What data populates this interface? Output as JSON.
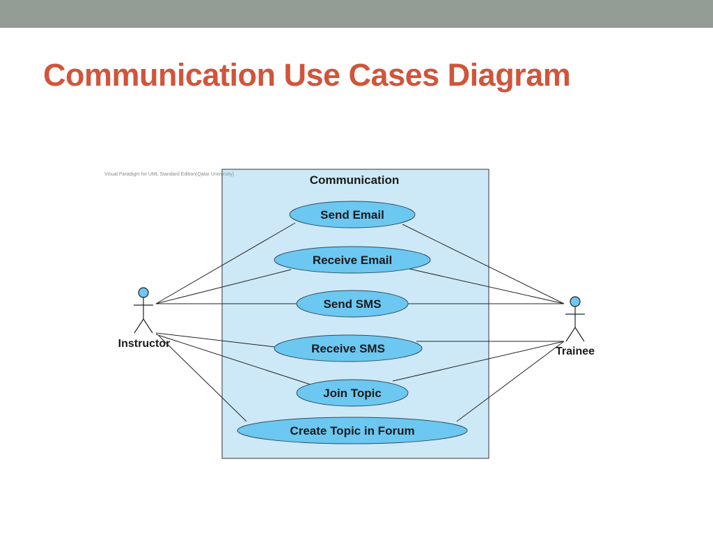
{
  "slide": {
    "title": "Communication Use Cases Diagram"
  },
  "diagram": {
    "watermark": "Visual Paradigm for UML Standard Edition(Qatar University)",
    "system_boundary": "Communication",
    "actors": {
      "instructor": "Instructor",
      "trainee": "Trainee"
    },
    "use_cases": {
      "send_email": "Send Email",
      "receive_email": "Receive Email",
      "send_sms": "Send SMS",
      "receive_sms": "Receive SMS",
      "join_topic": "Join Topic",
      "create_topic": "Create Topic in Forum"
    }
  },
  "colors": {
    "title": "#d0553b",
    "top_bar": "#939d95",
    "boundary_fill": "#cde9f7",
    "use_case_fill": "#6cc7f1",
    "actor_head_fill": "#6cc7f1"
  }
}
